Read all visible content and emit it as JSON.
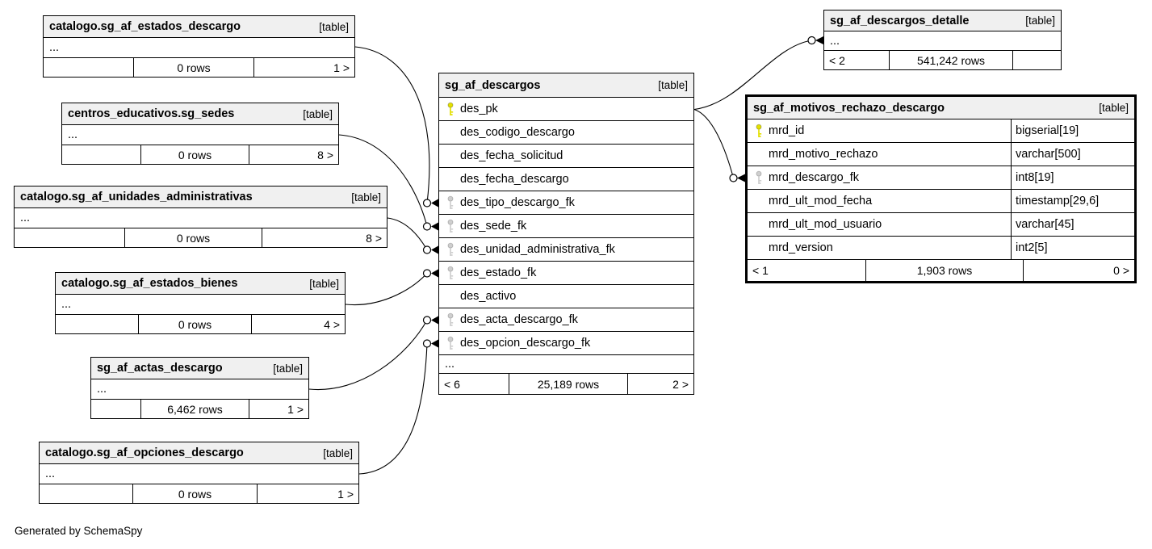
{
  "note": "Generated by SchemaSpy",
  "colors": {
    "header_bg": "#f0f0f0",
    "primary_key_icon": "#e3e000",
    "foreign_key_icon": "#cfcfcf",
    "border": "#000000"
  },
  "tables": {
    "estados_descargo": {
      "title": "catalogo.sg_af_estados_descargo",
      "badge": "[table]",
      "collapsed": "...",
      "footer": {
        "left": "",
        "center": "0 rows",
        "right": "1 >"
      }
    },
    "sg_sedes": {
      "title": "centros_educativos.sg_sedes",
      "badge": "[table]",
      "collapsed": "...",
      "footer": {
        "left": "",
        "center": "0 rows",
        "right": "8 >"
      }
    },
    "unidades_administrativas": {
      "title": "catalogo.sg_af_unidades_administrativas",
      "badge": "[table]",
      "collapsed": "...",
      "footer": {
        "left": "",
        "center": "0 rows",
        "right": "8 >"
      }
    },
    "estados_bienes": {
      "title": "catalogo.sg_af_estados_bienes",
      "badge": "[table]",
      "collapsed": "...",
      "footer": {
        "left": "",
        "center": "0 rows",
        "right": "4 >"
      }
    },
    "actas_descargo": {
      "title": "sg_af_actas_descargo",
      "badge": "[table]",
      "collapsed": "...",
      "footer": {
        "left": "",
        "center": "6,462 rows",
        "right": "1 >"
      }
    },
    "opciones_descargo": {
      "title": "catalogo.sg_af_opciones_descargo",
      "badge": "[table]",
      "collapsed": "...",
      "footer": {
        "left": "",
        "center": "0 rows",
        "right": "1 >"
      }
    },
    "descargos": {
      "title": "sg_af_descargos",
      "badge": "[table]",
      "collapsed": "...",
      "columns": [
        {
          "name": "des_pk",
          "key": "pk"
        },
        {
          "name": "des_codigo_descargo",
          "key": ""
        },
        {
          "name": "des_fecha_solicitud",
          "key": ""
        },
        {
          "name": "des_fecha_descargo",
          "key": ""
        },
        {
          "name": "des_tipo_descargo_fk",
          "key": "fk"
        },
        {
          "name": "des_sede_fk",
          "key": "fk"
        },
        {
          "name": "des_unidad_administrativa_fk",
          "key": "fk"
        },
        {
          "name": "des_estado_fk",
          "key": "fk"
        },
        {
          "name": "des_activo",
          "key": ""
        },
        {
          "name": "des_acta_descargo_fk",
          "key": "fk"
        },
        {
          "name": "des_opcion_descargo_fk",
          "key": "fk"
        }
      ],
      "footer": {
        "left": "< 6",
        "center": "25,189 rows",
        "right": "2 >"
      }
    },
    "descargos_detalle": {
      "title": "sg_af_descargos_detalle",
      "badge": "[table]",
      "collapsed": "...",
      "footer": {
        "left": "< 2",
        "center": "541,242 rows",
        "right": ""
      }
    },
    "motivos_rechazo_descargo": {
      "title": "sg_af_motivos_rechazo_descargo",
      "badge": "[table]",
      "columns": [
        {
          "name": "mrd_id",
          "type": "bigserial[19]",
          "key": "pk"
        },
        {
          "name": "mrd_motivo_rechazo",
          "type": "varchar[500]",
          "key": ""
        },
        {
          "name": "mrd_descargo_fk",
          "type": "int8[19]",
          "key": "fk"
        },
        {
          "name": "mrd_ult_mod_fecha",
          "type": "timestamp[29,6]",
          "key": ""
        },
        {
          "name": "mrd_ult_mod_usuario",
          "type": "varchar[45]",
          "key": ""
        },
        {
          "name": "mrd_version",
          "type": "int2[5]",
          "key": ""
        }
      ],
      "footer": {
        "left": "< 1",
        "center": "1,903 rows",
        "right": "0 >"
      }
    }
  },
  "relationships": [
    {
      "from": "catalogo.sg_af_estados_descargo",
      "to": "sg_af_descargos.des_tipo_descargo_fk"
    },
    {
      "from": "centros_educativos.sg_sedes",
      "to": "sg_af_descargos.des_sede_fk"
    },
    {
      "from": "catalogo.sg_af_unidades_administrativas",
      "to": "sg_af_descargos.des_unidad_administrativa_fk"
    },
    {
      "from": "catalogo.sg_af_estados_bienes",
      "to": "sg_af_descargos.des_estado_fk"
    },
    {
      "from": "sg_af_actas_descargo",
      "to": "sg_af_descargos.des_acta_descargo_fk"
    },
    {
      "from": "catalogo.sg_af_opciones_descargo",
      "to": "sg_af_descargos.des_opcion_descargo_fk"
    },
    {
      "from": "sg_af_descargos.des_pk",
      "to": "sg_af_descargos_detalle"
    },
    {
      "from": "sg_af_descargos.des_pk",
      "to": "sg_af_motivos_rechazo_descargo.mrd_descargo_fk"
    }
  ]
}
